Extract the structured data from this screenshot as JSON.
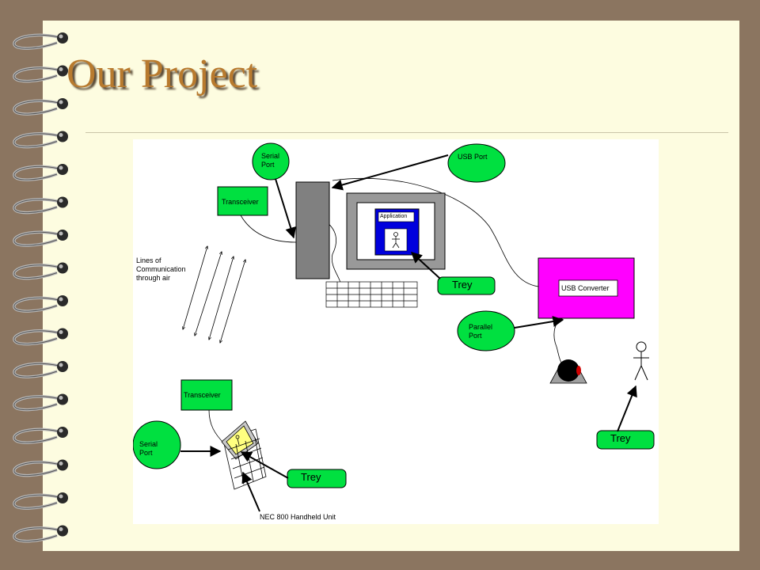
{
  "slide": {
    "title": "Our Project"
  },
  "diagram": {
    "serial_port_top": "Serial\nPort",
    "usb_port": "USB Port",
    "transceiver_top": "Transceiver",
    "application": "Application",
    "lines_of_communication": "Lines of\nCommunication\nthrough air",
    "trey_app": "Trey",
    "usb_converter": "USB Converter",
    "parallel_port": "Parallel\nPort",
    "transceiver_bottom": "Transceiver",
    "serial_port_bottom": "Serial\nPort",
    "trey_handheld": "Trey",
    "trey_person": "Trey",
    "handheld_caption": "NEC 800 Handheld Unit"
  },
  "colors": {
    "green_shape": "#00e040",
    "magenta_box": "#ff00ff",
    "screen_blue": "#0000dd",
    "title": "#b87a2e"
  }
}
